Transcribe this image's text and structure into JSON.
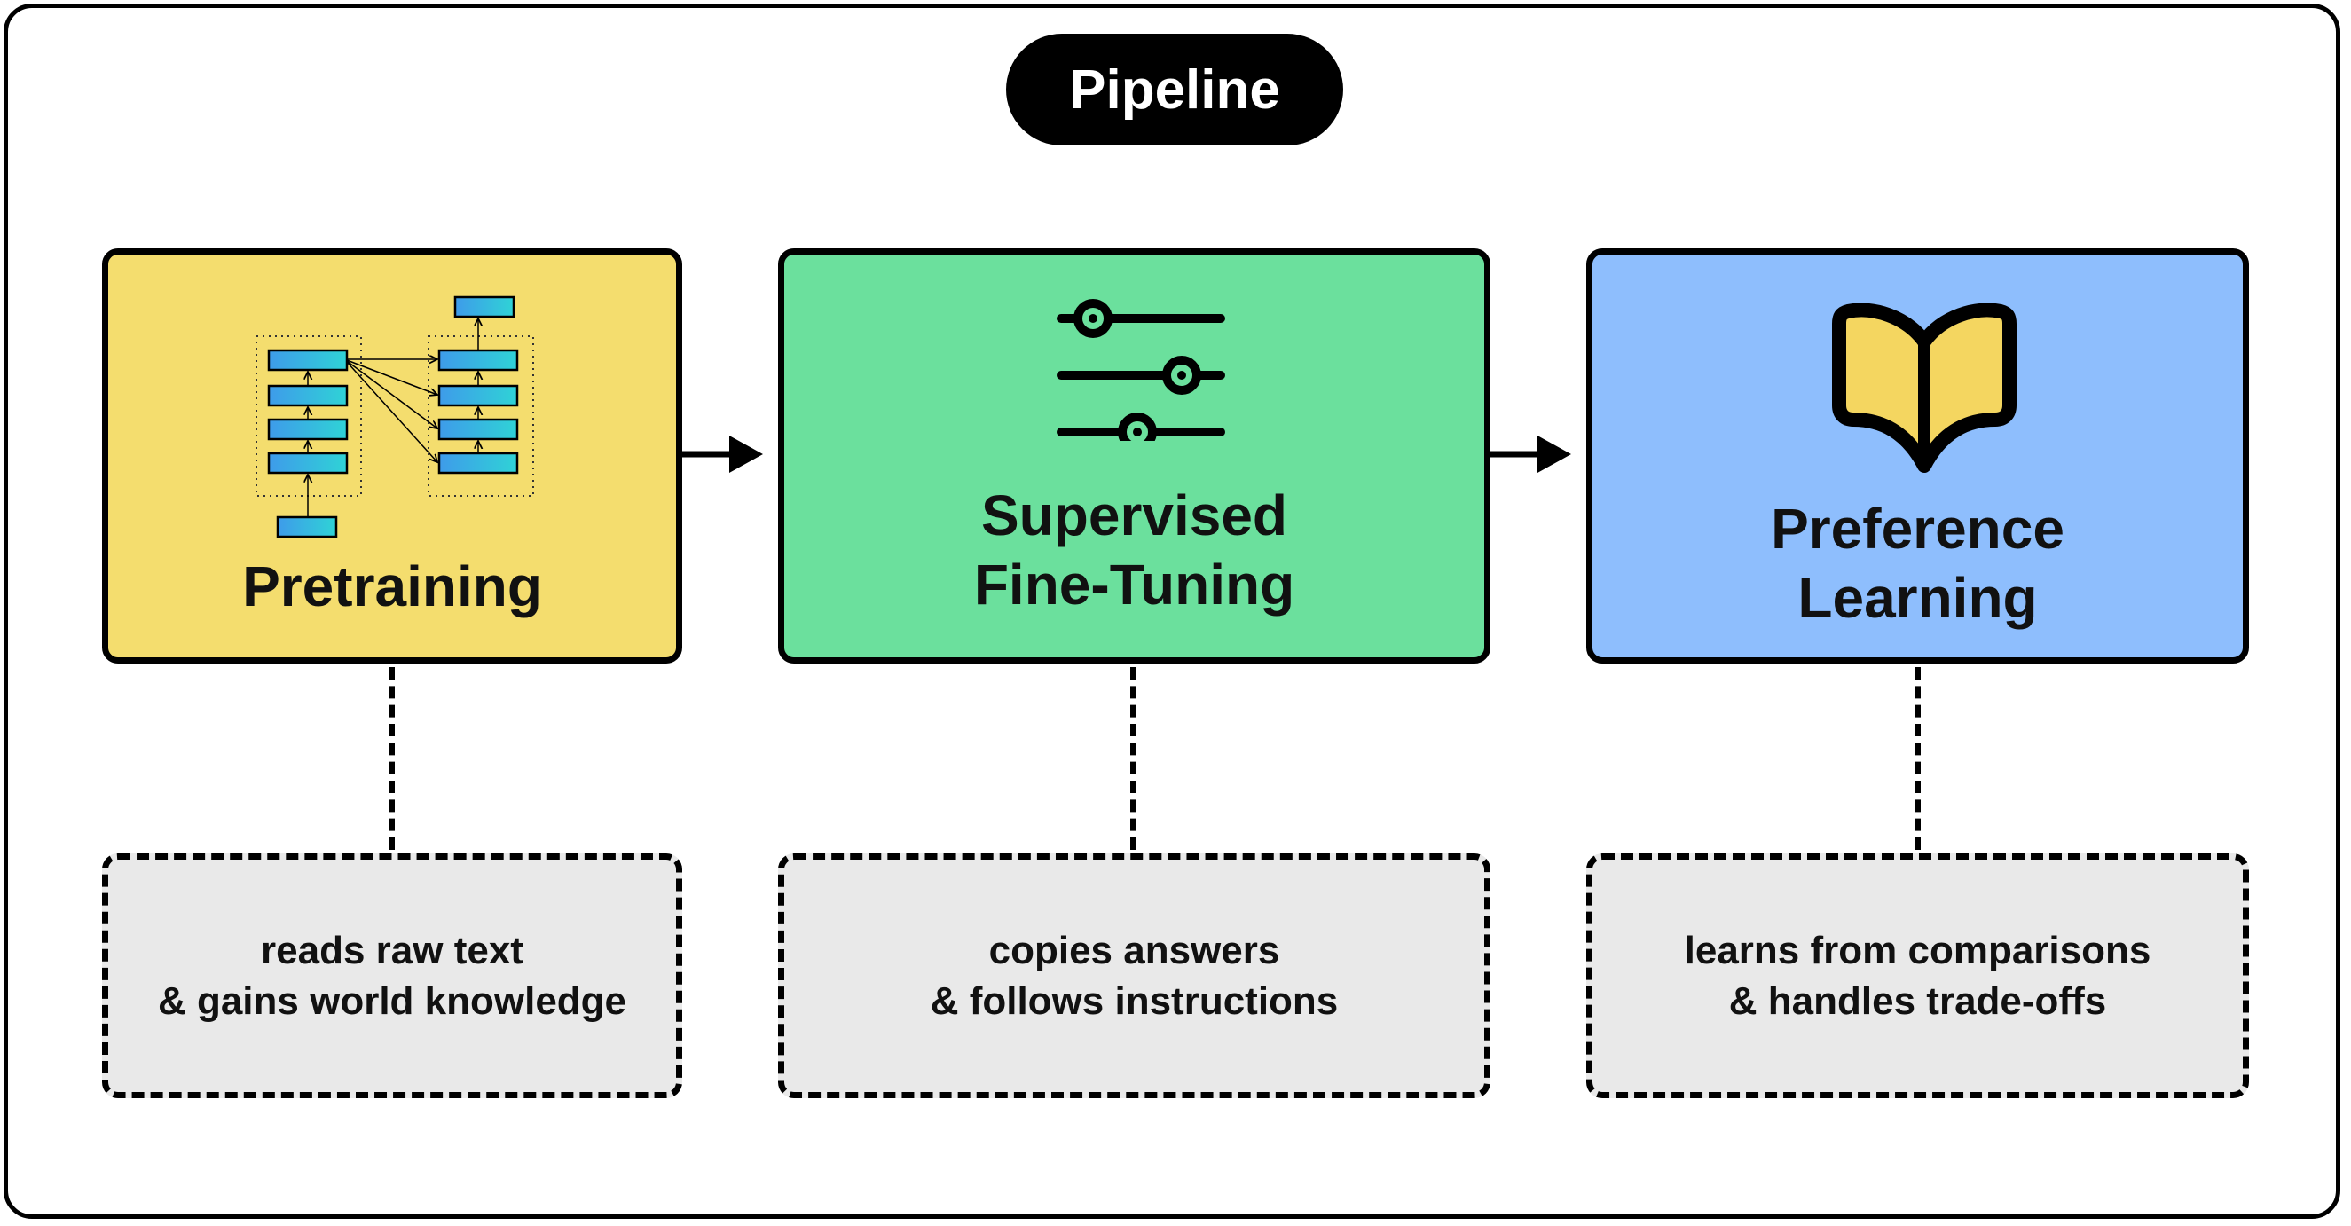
{
  "header": {
    "title": "Pipeline"
  },
  "stages": [
    {
      "title": "Pretraining",
      "color": "#F4DD6E",
      "icon": "transformer-diagram-icon",
      "note": "reads raw text\n& gains world knowledge"
    },
    {
      "title": "Supervised\nFine-Tuning",
      "color": "#6BE09D",
      "icon": "sliders-icon",
      "note": "copies answers\n& follows instructions"
    },
    {
      "title": "Preference\nLearning",
      "color": "#8EBEFD",
      "icon": "open-book-icon",
      "note": "learns from comparisons\n& handles trade-offs"
    }
  ],
  "colors": {
    "note_bg": "#E9E9E9",
    "book_fill": "#F4D660",
    "layer_fill": "#3BC4DE"
  }
}
